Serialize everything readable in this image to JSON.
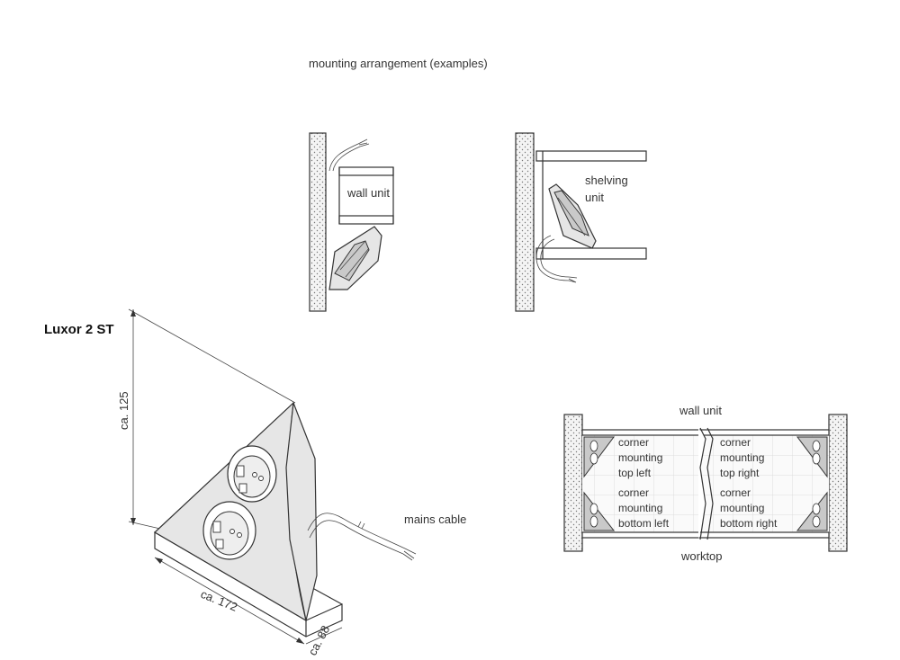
{
  "heading": "mounting arrangement (examples)",
  "example_wall_unit": {
    "label": "wall unit"
  },
  "example_shelving": {
    "label_line1": "shelving",
    "label_line2": "unit"
  },
  "product": {
    "name": "Luxor 2 ST",
    "dim_height": "ca. 125",
    "dim_width": "ca. 172",
    "dim_depth": "ca. 88",
    "cable_label": "mains cable"
  },
  "plan": {
    "top_label": "wall unit",
    "bottom_label": "worktop",
    "corners": {
      "top_left": [
        "corner",
        "mounting",
        "top left"
      ],
      "top_right": [
        "corner",
        "mounting",
        "top right"
      ],
      "bottom_left": [
        "corner",
        "mounting",
        "bottom left"
      ],
      "bottom_right": [
        "corner",
        "mounting",
        "bottom right"
      ]
    }
  }
}
